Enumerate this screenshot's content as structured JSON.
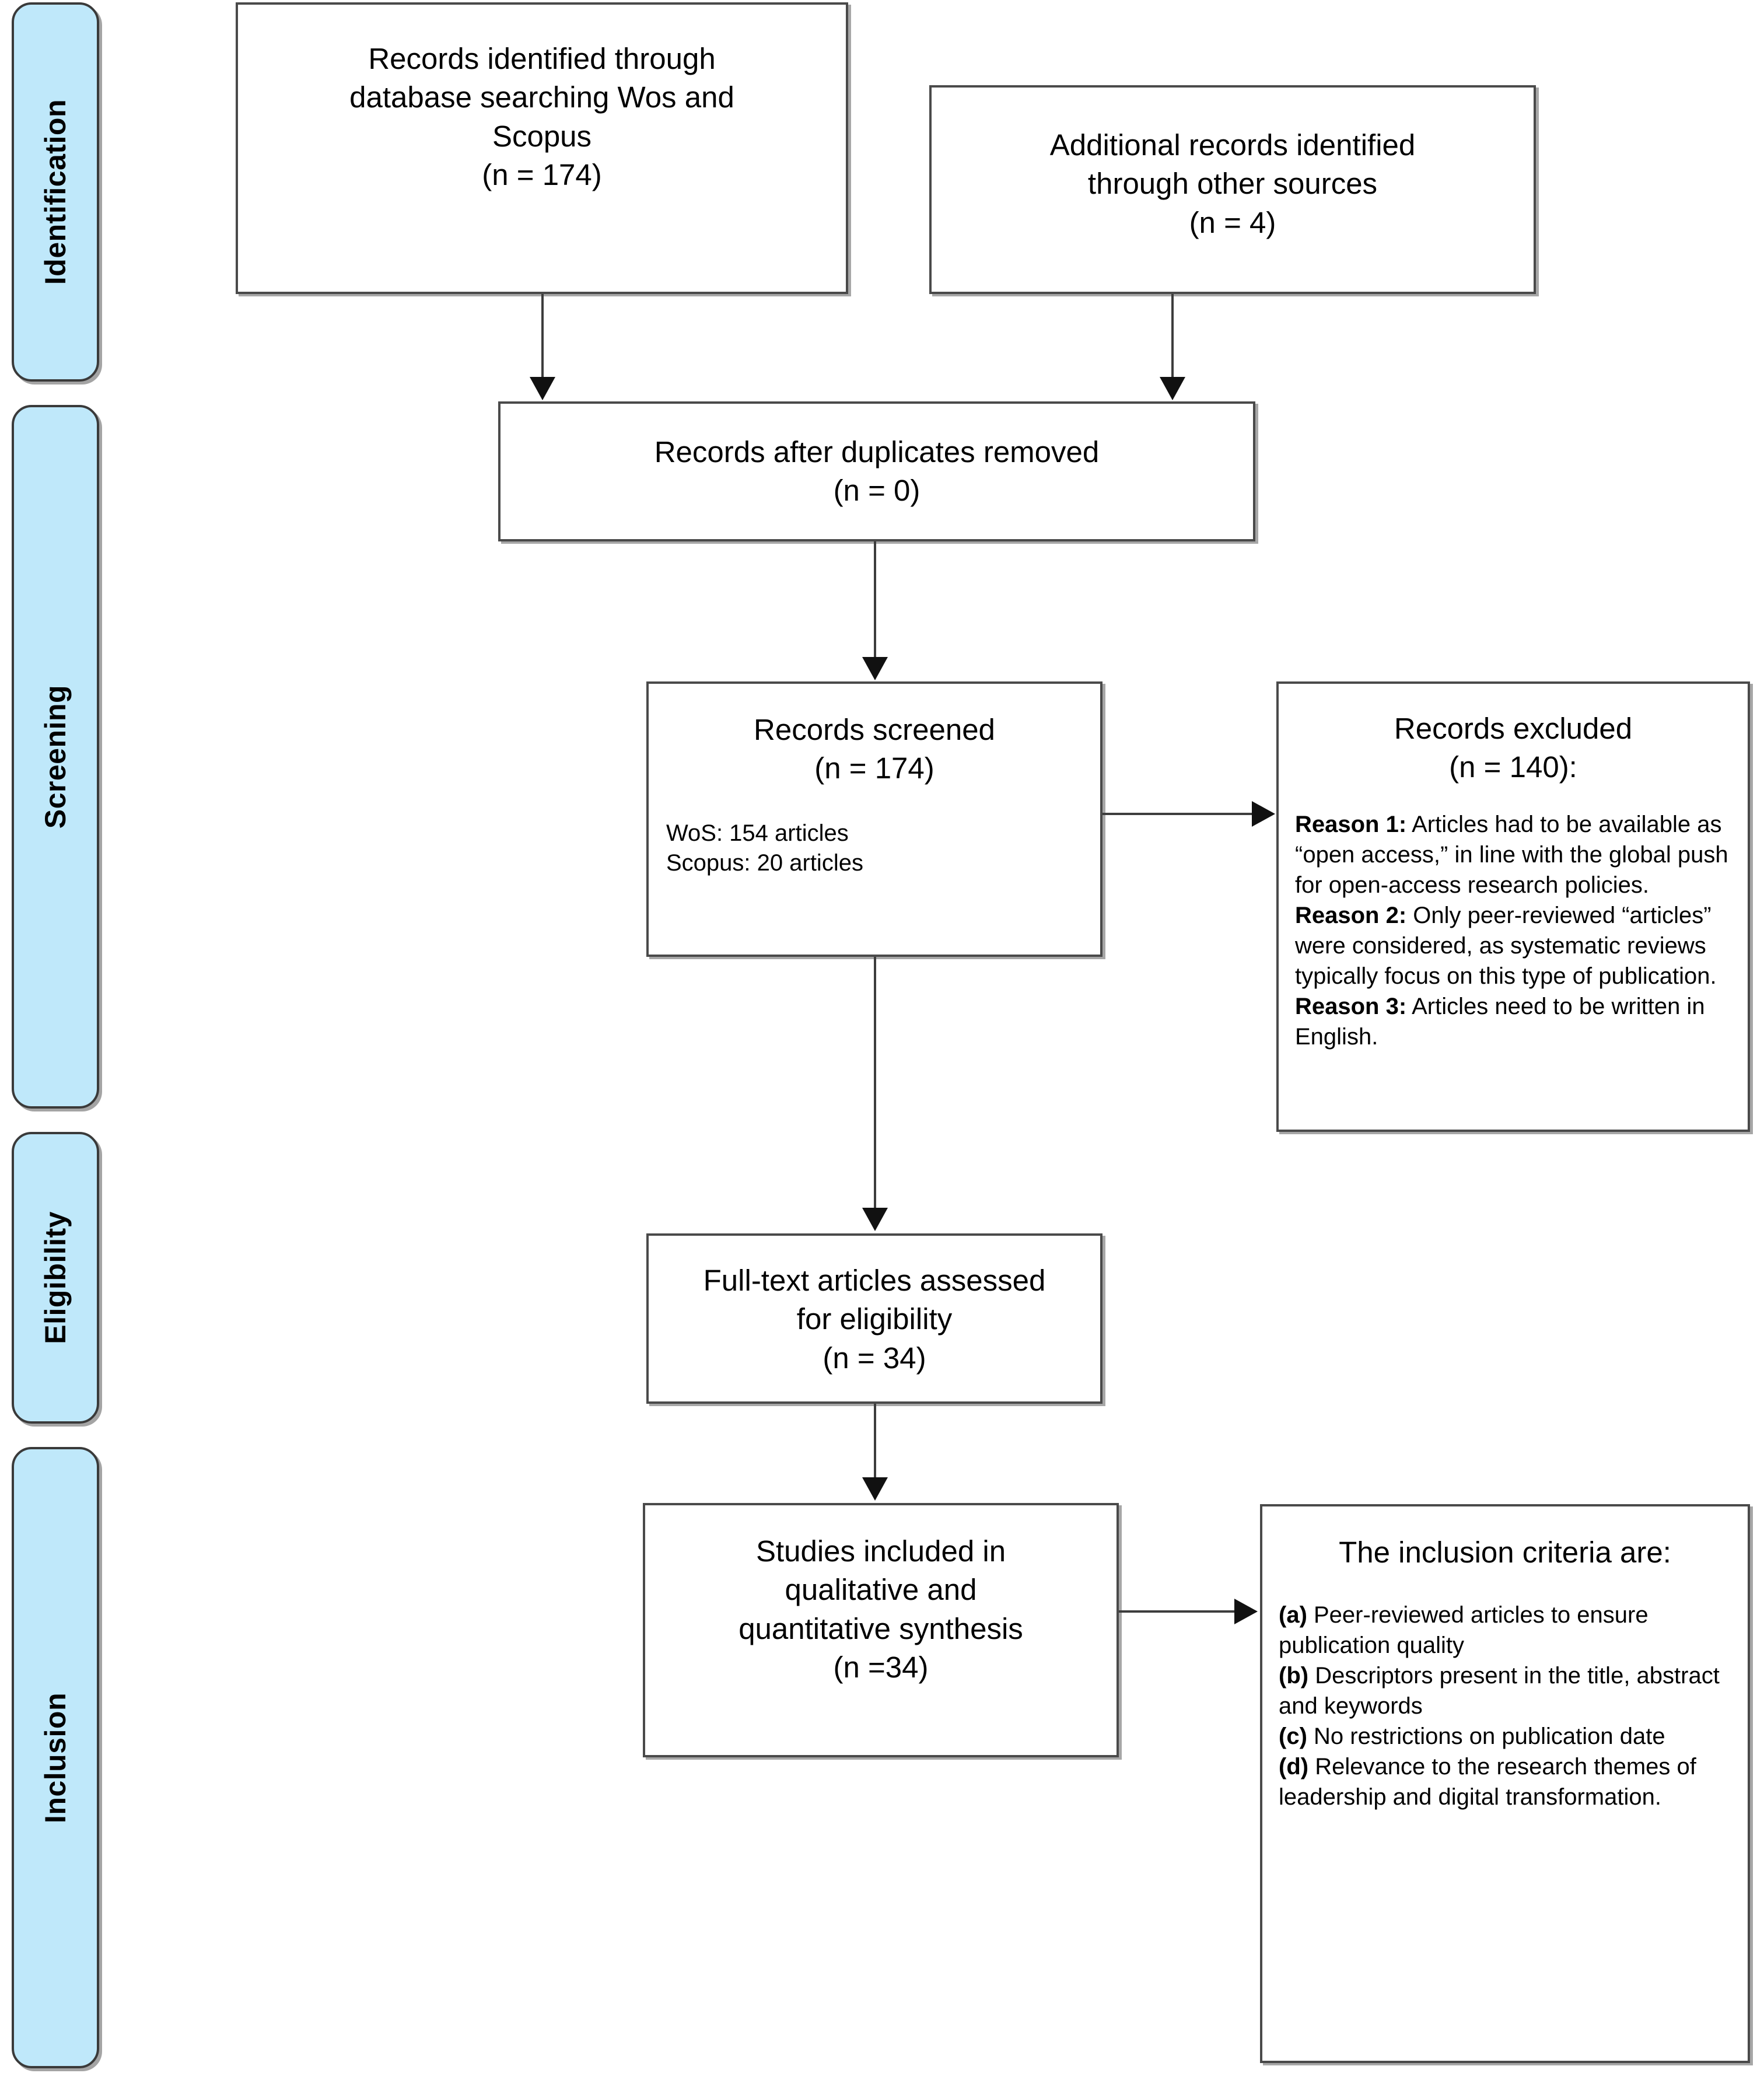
{
  "diagram": {
    "type": "prisma-flow-diagram",
    "stages": [
      {
        "id": "identification",
        "label": "Identification"
      },
      {
        "id": "screening",
        "label": "Screening"
      },
      {
        "id": "eligibility",
        "label": "Eligibility"
      },
      {
        "id": "inclusion",
        "label": "Inclusion"
      }
    ],
    "accent_color": "#bfe8fa",
    "border_color": "#4a4a4a",
    "boxes": {
      "database_records": {
        "head": "Records identified through\ndatabase searching Wos and\nScopus\n(n = 174)"
      },
      "other_records": {
        "head": "Additional records identified\nthrough other sources\n(n = 4)"
      },
      "duplicates_removed": {
        "head": "Records after duplicates removed\n(n = 0)"
      },
      "records_screened": {
        "head": "Records screened\n(n = 174)",
        "sub": "WoS: 154 articles\nScopus: 20 articles"
      },
      "records_excluded": {
        "head": "Records excluded\n(n = 140):",
        "reasons": [
          {
            "bold": "Reason 1:",
            "text": " Articles had to be available as “open access,” in line with the global push for open-access research policies."
          },
          {
            "bold": "Reason 2:",
            "text": " Only peer-reviewed “articles” were considered, as systematic reviews typically focus on this type of publication."
          },
          {
            "bold": "Reason 3:",
            "text": " Articles need to be written in English."
          }
        ]
      },
      "fulltext_assessed": {
        "head": "Full-text articles assessed\nfor eligibility\n(n = 34)"
      },
      "studies_included": {
        "head": "Studies included in\nqualitative and\nquantitative synthesis\n(n =34)"
      },
      "inclusion_criteria": {
        "head": "The inclusion criteria are:",
        "criteria": [
          {
            "bold": "(a)",
            "text": " Peer-reviewed articles to ensure publication quality"
          },
          {
            "bold": "(b)",
            "text": " Descriptors present in the title, abstract and keywords"
          },
          {
            "bold": "(c)",
            "text": " No restrictions on publication date"
          },
          {
            "bold": "(d)",
            "text": " Relevance to the research themes of leadership and digital transformation."
          }
        ]
      }
    }
  }
}
